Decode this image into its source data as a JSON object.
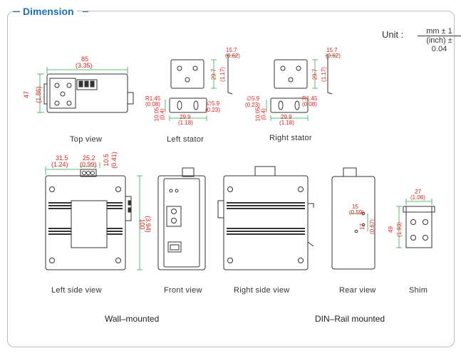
{
  "title": "Dimension",
  "unit": {
    "label": "Unit :",
    "numerator": "mm ± 1",
    "denominator": "(inch) ± 0.04"
  },
  "views": {
    "top_view": "Top view",
    "left_stator": "Left stator",
    "right_stator": "Right stator",
    "left_side_view": "Left side view",
    "front_view": "Front view",
    "right_side_view": "Right side view",
    "rear_view": "Rear view",
    "shim": "Shim"
  },
  "groups": {
    "wall": "Wall–mounted",
    "din": "DIN–Rail mounted"
  },
  "dims": {
    "top_w": "85",
    "top_w_in": "(3.35)",
    "top_h": "47",
    "top_h_in": "(1.86)",
    "stator_w": "15.7",
    "stator_w_in": "(0.62)",
    "stator_h": "29.7",
    "stator_h_in": "(1.17)",
    "r": "R1.45",
    "r_in": "(0.08)",
    "d": "∅5.9",
    "d_in": "(0.23)",
    "hole": "10.05",
    "hole_in": "(0.4)",
    "span": "29.9",
    "span_in": "(1.18)",
    "ls_a": "31.5",
    "ls_a_in": "(1.24)",
    "ls_b": "25.2",
    "ls_b_in": "(0.99)",
    "ls_c": "10.5",
    "ls_c_in": "(0.41)",
    "ls_h": "100",
    "ls_h_in": "(3.94)",
    "rv_a": "15",
    "rv_a_in": "(0.59)",
    "rv_b": "17",
    "rv_b_in": "(0.67)",
    "sh_w": "27",
    "sh_w_in": "(1.06)",
    "sh_h": "49",
    "sh_h_in": "(1.93)"
  },
  "colors": {
    "accent": "#1b6fb8",
    "dim_red": "#e2231a",
    "dim_green": "#2eaa4a",
    "line": "#333333"
  }
}
